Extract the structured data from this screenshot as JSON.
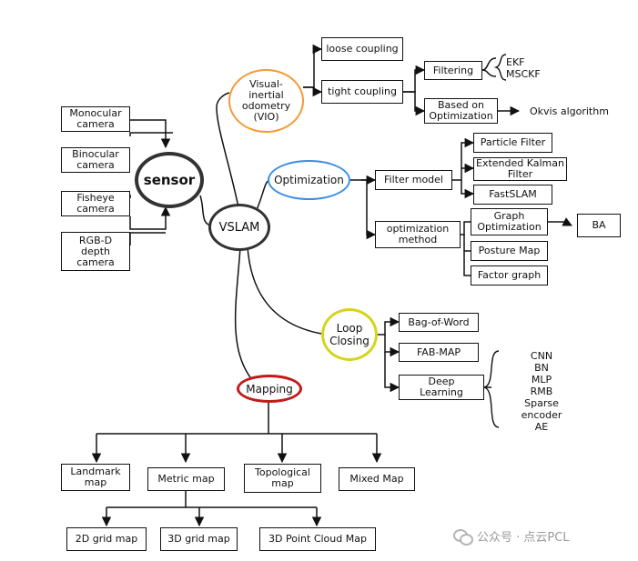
{
  "center": "VSLAM",
  "sensor": {
    "label": "sensor",
    "items": [
      "Monocular\ncamera",
      "Binocular\ncamera",
      "Fisheye\ncamera",
      "RGB-D\ndepth\ncamera"
    ]
  },
  "vio": {
    "label": "Visual-\ninertial\nodometry\n(VIO)",
    "loose": "loose coupling",
    "tight": "tight coupling",
    "filtering": "Filtering",
    "filtering_methods": "EKF\nMSCKF",
    "based_opt": "Based on\nOptimization",
    "okvis": "Okvis algorithm"
  },
  "optimization": {
    "label": "Optimization",
    "filter_model": "Filter model",
    "filters": [
      "Particle Filter",
      "Extended Kalman\nFilter",
      "FastSLAM"
    ],
    "opt_method": "optimization\nmethod",
    "methods": [
      "Graph\nOptimization",
      "Posture Map",
      "Factor graph"
    ],
    "ba": "BA"
  },
  "loop": {
    "label": "Loop\nClosing",
    "items": [
      "Bag-of-Word",
      "FAB-MAP",
      "Deep\nLearning"
    ],
    "deep_list": "CNN\nBN\nMLP\nRMB\nSparse\nencoder\nAE"
  },
  "mapping": {
    "label": "Mapping",
    "items": [
      "Landmark\nmap",
      "Metric map",
      "Topological\nmap",
      "Mixed Map"
    ],
    "metric_items": [
      "2D grid map",
      "3D grid map",
      "3D Point Cloud Map"
    ]
  },
  "watermark": "公众号 · 点云PCL",
  "colors": {
    "vio": "#f59a36",
    "optimization": "#3b8fe0",
    "loop": "#d6d41a",
    "mapping": "#c21a1a",
    "sensor": "#333333"
  }
}
